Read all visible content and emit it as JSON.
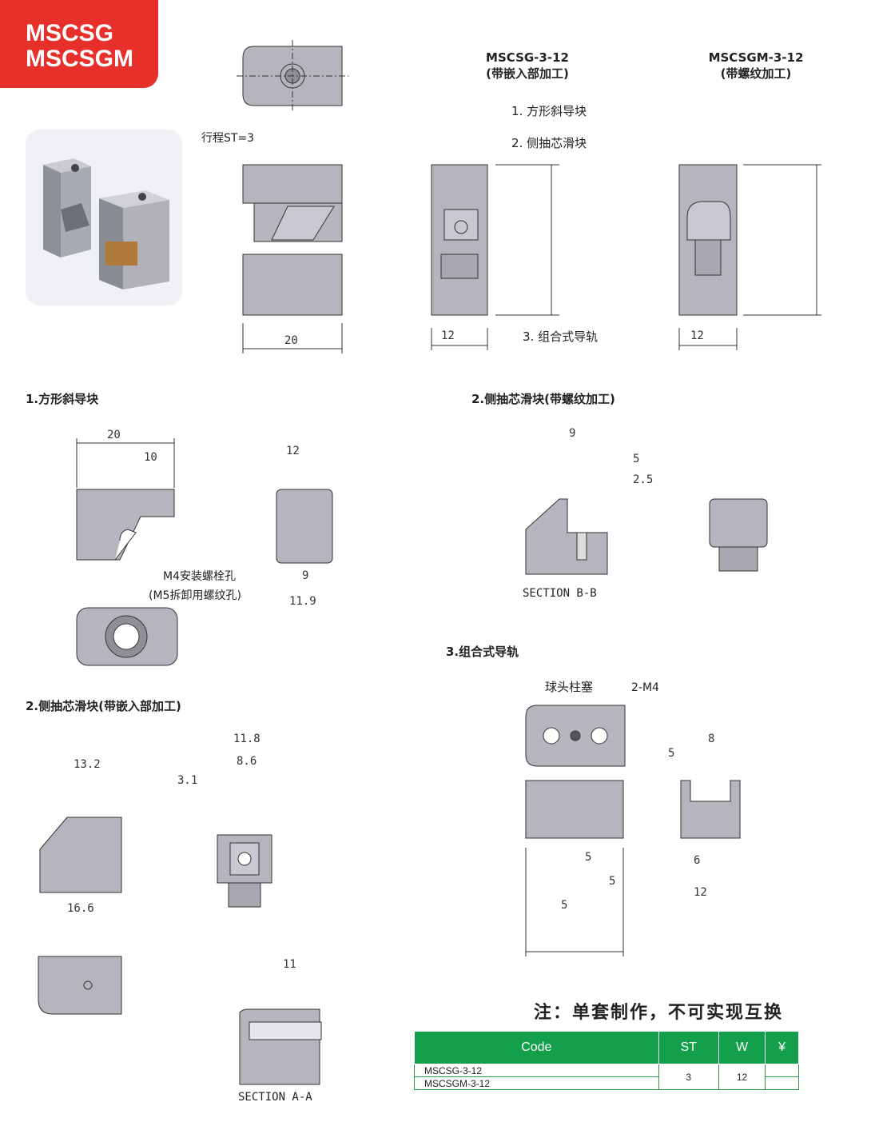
{
  "badge": {
    "line1": "MSCSG",
    "line2": "MSCSGM"
  },
  "headers": {
    "mscsg": {
      "code": "MSCSG-3-12",
      "note": "(带嵌入部加工)"
    },
    "mscsgm": {
      "code": "MSCSGM-3-12",
      "note": "(带螺纹加工)"
    }
  },
  "callouts": {
    "c1": "1. 方形斜导块",
    "c2": "2. 侧抽芯滑块",
    "c3": "3. 组合式导轨",
    "stroke": "行程ST=3",
    "m4": "M4安装螺栓孔",
    "m5": "(M5拆卸用螺纹孔)",
    "ball": "球头柱塞",
    "m4b": "2-M4",
    "sectionBB": "SECTION B-B",
    "sectionAA": "SECTION A-A"
  },
  "sections": {
    "s1": "1.方形斜导块",
    "s2a": "2.侧抽芯滑块(带螺纹加工)",
    "s2b": "2.侧抽芯滑块(带嵌入部加工)",
    "s3": "3.组合式导轨"
  },
  "note": "注：单套制作，不可实现互换",
  "table": {
    "headers": [
      "Code",
      "ST",
      "W",
      "¥"
    ],
    "rows": [
      [
        "MSCSG-3-12",
        "3",
        "12",
        ""
      ],
      [
        "MSCSGM-3-12",
        "",
        "",
        ""
      ]
    ]
  },
  "colors": {
    "badge": "#e8302b",
    "table_header": "#14a04a",
    "part": "#b5b5be"
  }
}
